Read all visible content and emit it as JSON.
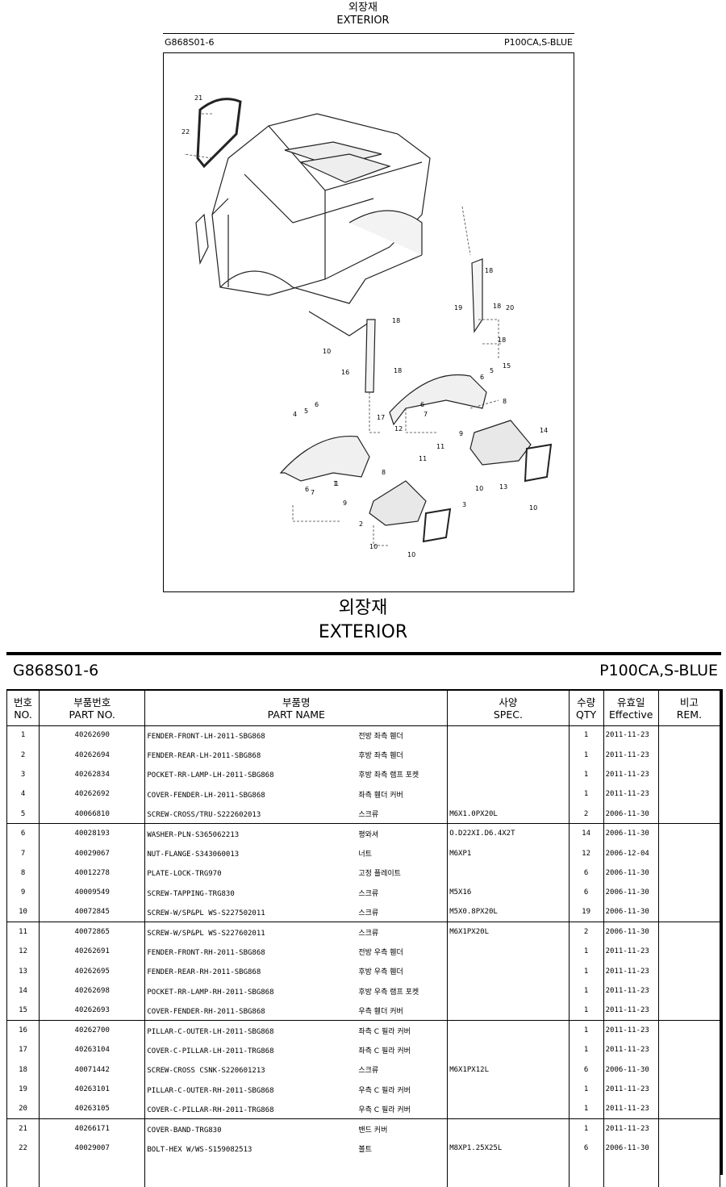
{
  "header": {
    "title_ko": "외장재",
    "title_en": "EXTERIOR",
    "code": "G868S01-6",
    "model": "P100CA,S-BLUE"
  },
  "diagram": {
    "callouts": [
      "21",
      "22",
      "18",
      "19",
      "18",
      "20",
      "18",
      "10",
      "18",
      "16",
      "18",
      "17",
      "15",
      "5",
      "6",
      "8",
      "12",
      "6",
      "7",
      "4",
      "5",
      "6",
      "1",
      "9",
      "11",
      "14",
      "10",
      "13",
      "8",
      "6",
      "7",
      "1",
      "11",
      "9",
      "3",
      "2",
      "10",
      "10",
      "10"
    ]
  },
  "table": {
    "columns": {
      "no_ko": "번호",
      "no_en": "NO.",
      "part_no_ko": "부품번호",
      "part_no_en": "PART NO.",
      "part_name_ko": "부품명",
      "part_name_en": "PART NAME",
      "spec_ko": "사양",
      "spec_en": "SPEC.",
      "qty_ko": "수량",
      "qty_en": "QTY",
      "effective_ko": "유효일",
      "effective_en": "Effective",
      "remark_ko": "비고",
      "remark_en": "REM."
    },
    "rows": [
      {
        "no": "1",
        "part_no": "40262690",
        "name_en": "FENDER-FRONT-LH-2011-SBG868",
        "name_ko": "전방 좌측 휀더",
        "spec": "",
        "qty": "1",
        "effective": "2011-11-23",
        "rem": ""
      },
      {
        "no": "2",
        "part_no": "40262694",
        "name_en": "FENDER-REAR-LH-2011-SBG868",
        "name_ko": "후방 좌측 휀더",
        "spec": "",
        "qty": "1",
        "effective": "2011-11-23",
        "rem": ""
      },
      {
        "no": "3",
        "part_no": "40262834",
        "name_en": "POCKET-RR-LAMP-LH-2011-SBG868",
        "name_ko": "후방 좌측 램프 포켓",
        "spec": "",
        "qty": "1",
        "effective": "2011-11-23",
        "rem": ""
      },
      {
        "no": "4",
        "part_no": "40262692",
        "name_en": "COVER-FENDER-LH-2011-SBG868",
        "name_ko": "좌측 휀더 커버",
        "spec": "",
        "qty": "1",
        "effective": "2011-11-23",
        "rem": ""
      },
      {
        "no": "5",
        "part_no": "40066810",
        "name_en": "SCREW-CROSS/TRU-S222602013",
        "name_ko": "스크류",
        "spec": "M6X1.0PX20L",
        "qty": "2",
        "effective": "2006-11-30",
        "rem": ""
      },
      {
        "no": "6",
        "part_no": "40028193",
        "name_en": "WASHER-PLN-S365062213",
        "name_ko": "평와셔",
        "spec": "O.D22XI.D6.4X2T",
        "qty": "14",
        "effective": "2006-11-30",
        "rem": ""
      },
      {
        "no": "7",
        "part_no": "40029067",
        "name_en": "NUT-FLANGE-S343060013",
        "name_ko": "너트",
        "spec": "M6XP1",
        "qty": "12",
        "effective": "2006-12-04",
        "rem": ""
      },
      {
        "no": "8",
        "part_no": "40012278",
        "name_en": "PLATE-LOCK-TRG970",
        "name_ko": "고정 플레이트",
        "spec": "",
        "qty": "6",
        "effective": "2006-11-30",
        "rem": ""
      },
      {
        "no": "9",
        "part_no": "40009549",
        "name_en": "SCREW-TAPPING-TRG830",
        "name_ko": "스크류",
        "spec": "M5X16",
        "qty": "6",
        "effective": "2006-11-30",
        "rem": ""
      },
      {
        "no": "10",
        "part_no": "40072845",
        "name_en": "SCREW-W/SP&PL WS-S227502011",
        "name_ko": "스크류",
        "spec": "M5X0.8PX20L",
        "qty": "19",
        "effective": "2006-11-30",
        "rem": ""
      },
      {
        "no": "11",
        "part_no": "40072865",
        "name_en": "SCREW-W/SP&PL WS-S227602011",
        "name_ko": "스크류",
        "spec": "M6X1PX20L",
        "qty": "2",
        "effective": "2006-11-30",
        "rem": ""
      },
      {
        "no": "12",
        "part_no": "40262691",
        "name_en": "FENDER-FRONT-RH-2011-SBG868",
        "name_ko": "전방 우측 휀더",
        "spec": "",
        "qty": "1",
        "effective": "2011-11-23",
        "rem": ""
      },
      {
        "no": "13",
        "part_no": "40262695",
        "name_en": "FENDER-REAR-RH-2011-SBG868",
        "name_ko": "후방 우측 휀더",
        "spec": "",
        "qty": "1",
        "effective": "2011-11-23",
        "rem": ""
      },
      {
        "no": "14",
        "part_no": "40262698",
        "name_en": "POCKET-RR-LAMP-RH-2011-SBG868",
        "name_ko": "후방 우측 램프 포켓",
        "spec": "",
        "qty": "1",
        "effective": "2011-11-23",
        "rem": ""
      },
      {
        "no": "15",
        "part_no": "40262693",
        "name_en": "COVER-FENDER-RH-2011-SBG868",
        "name_ko": "우측 휀더 커버",
        "spec": "",
        "qty": "1",
        "effective": "2011-11-23",
        "rem": ""
      },
      {
        "no": "16",
        "part_no": "40262700",
        "name_en": "PILLAR-C-OUTER-LH-2011-SBG868",
        "name_ko": "좌측 C 필라 커버",
        "spec": "",
        "qty": "1",
        "effective": "2011-11-23",
        "rem": ""
      },
      {
        "no": "17",
        "part_no": "40263104",
        "name_en": "COVER-C-PILLAR-LH-2011-TRG868",
        "name_ko": "좌측 C 필라 커버",
        "spec": "",
        "qty": "1",
        "effective": "2011-11-23",
        "rem": ""
      },
      {
        "no": "18",
        "part_no": "40071442",
        "name_en": "SCREW-CROSS CSNK-S220601213",
        "name_ko": "스크류",
        "spec": "M6X1PX12L",
        "qty": "6",
        "effective": "2006-11-30",
        "rem": ""
      },
      {
        "no": "19",
        "part_no": "40263101",
        "name_en": "PILLAR-C-OUTER-RH-2011-SBG868",
        "name_ko": "우측 C 필라 커버",
        "spec": "",
        "qty": "1",
        "effective": "2011-11-23",
        "rem": ""
      },
      {
        "no": "20",
        "part_no": "40263105",
        "name_en": "COVER-C-PILLAR-RH-2011-TRG868",
        "name_ko": "우측 C 필라 커버",
        "spec": "",
        "qty": "1",
        "effective": "2011-11-23",
        "rem": ""
      },
      {
        "no": "21",
        "part_no": "40266171",
        "name_en": "COVER-BAND-TRG830",
        "name_ko": "밴드 커버",
        "spec": "",
        "qty": "1",
        "effective": "2011-11-23",
        "rem": ""
      },
      {
        "no": "22",
        "part_no": "40029007",
        "name_en": "BOLT-HEX W/WS-S159082513",
        "name_ko": "볼트",
        "spec": "M8XP1.25X25L",
        "qty": "6",
        "effective": "2006-11-30",
        "rem": ""
      }
    ]
  }
}
